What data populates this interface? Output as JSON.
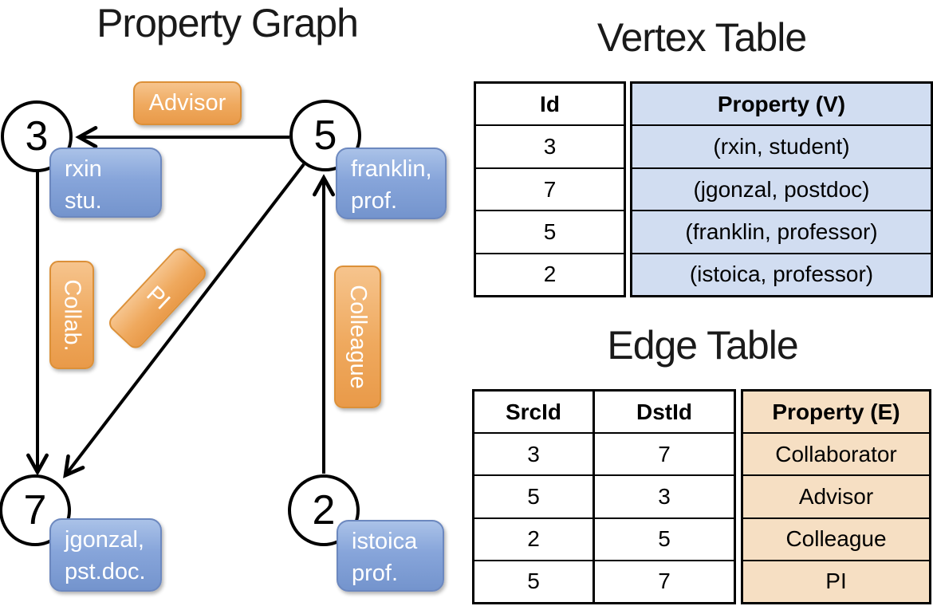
{
  "titles": {
    "graph": "Property Graph",
    "vertex_table": "Vertex Table",
    "edge_table": "Edge Table"
  },
  "graph": {
    "nodes": [
      {
        "id": "3",
        "property": [
          "rxin",
          "stu."
        ]
      },
      {
        "id": "5",
        "property": [
          "franklin,",
          "prof."
        ]
      },
      {
        "id": "7",
        "property": [
          "jgonzal,",
          "pst.doc."
        ]
      },
      {
        "id": "2",
        "property": [
          "istoica",
          "prof."
        ]
      }
    ],
    "edges": [
      {
        "from": "5",
        "to": "3",
        "label": "Advisor"
      },
      {
        "from": "3",
        "to": "7",
        "label": "Collab."
      },
      {
        "from": "5",
        "to": "7",
        "label": "PI"
      },
      {
        "from": "2",
        "to": "5",
        "label": "Colleague"
      }
    ]
  },
  "vertex_table": {
    "headers": {
      "id": "Id",
      "property": "Property (V)"
    },
    "rows": [
      {
        "id": "3",
        "property": "(rxin, student)"
      },
      {
        "id": "7",
        "property": "(jgonzal, postdoc)"
      },
      {
        "id": "5",
        "property": "(franklin, professor)"
      },
      {
        "id": "2",
        "property": "(istoica, professor)"
      }
    ]
  },
  "edge_table": {
    "headers": {
      "src": "SrcId",
      "dst": "DstId",
      "property": "Property (E)"
    },
    "rows": [
      {
        "src": "3",
        "dst": "7",
        "property": "Collaborator"
      },
      {
        "src": "5",
        "dst": "3",
        "property": "Advisor"
      },
      {
        "src": "2",
        "dst": "5",
        "property": "Colleague"
      },
      {
        "src": "5",
        "dst": "7",
        "property": "PI"
      }
    ]
  },
  "colors": {
    "edge_label_fill": "#efa95e",
    "edge_label_border": "#dc9038",
    "vertex_label_fill": "#87a5da",
    "vertex_label_border": "#6c88bf",
    "vertex_table_fill": "#d1ddf1",
    "edge_table_fill": "#f6dfc3",
    "line": "#000000",
    "text_on_labels": "#ffffff"
  }
}
